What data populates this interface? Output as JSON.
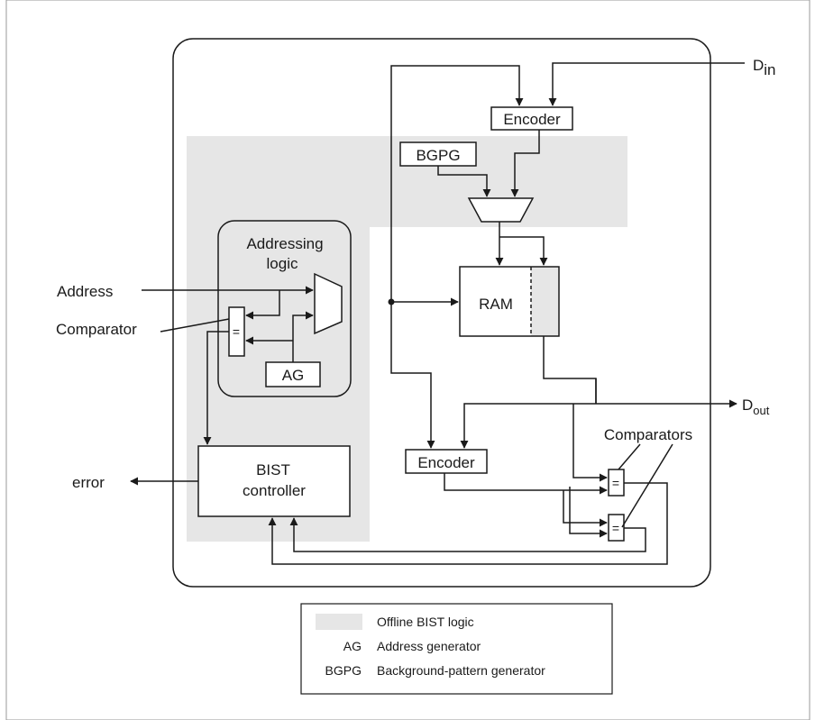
{
  "labels": {
    "d_in_main": "D",
    "d_in_sub": "in",
    "d_out_main": "D",
    "d_out_sub": "out",
    "address": "Address",
    "comparator": "Comparator",
    "error": "error",
    "addressing_logic_line1": "Addressing",
    "addressing_logic_line2": "logic",
    "ag": "AG",
    "bgpg": "BGPG",
    "encoder_top": "Encoder",
    "encoder_bottom": "Encoder",
    "ram": "RAM",
    "bist_controller_line1": "BIST",
    "bist_controller_line2": "controller",
    "comparators": "Comparators",
    "equals": "="
  },
  "legend": {
    "items": [
      {
        "key": "",
        "text": "Offline BIST logic"
      },
      {
        "key": "AG",
        "text": "Address generator"
      },
      {
        "key": "BGPG",
        "text": "Background-pattern generator"
      }
    ]
  },
  "colors": {
    "shade": "#e6e6e6",
    "stroke": "#1a1a1a",
    "frame": "#9a9a9a"
  }
}
